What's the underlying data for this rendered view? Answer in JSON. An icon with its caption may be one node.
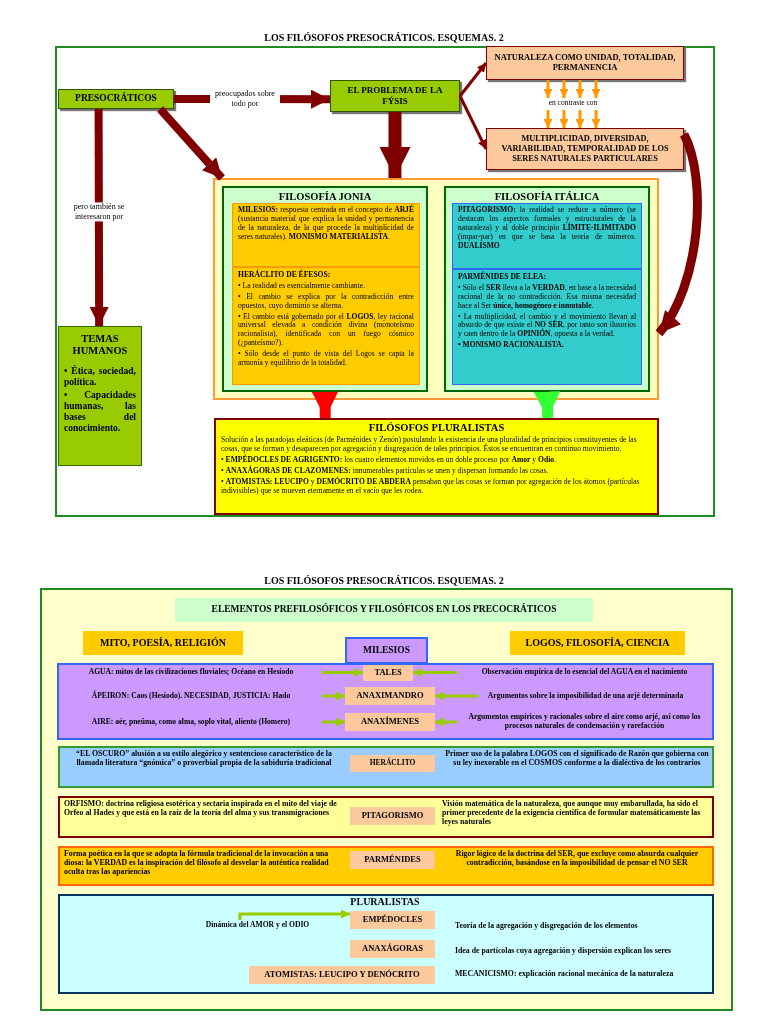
{
  "diagram": {
    "title": "LOS FILÓSOFOS PRESOCRÁTICOS. ESQUEMAS. 2",
    "nodes": [
      {
        "text": [
          "PRESOCRÁTICOS"
        ]
      },
      {
        "text": [
          "EL PROBLEMA DE LA FÝSIS"
        ]
      },
      {
        "text": [
          "NATURALEZA COMO UNIDAD, TOTALIDAD, PERMANENCIA"
        ]
      },
      {
        "text": [
          "en contraste con"
        ]
      },
      {
        "text": [
          "MULTIPLICIDAD, DIVERSIDAD, VARIABILIDAD, TEMPORALIDAD DE LOS SERES NATURALES PARTICULARES"
        ]
      },
      {
        "text": [
          "TEMAS HUMANOS",
          "• Ética, sociedad, política.",
          "• Capacidades humanas, las bases del conocimiento."
        ]
      },
      {
        "text": [],
        "shape": "box"
      },
      {
        "text": [
          "FILOSOFÍA JONIA"
        ],
        "in": 6
      },
      {
        "text": [
          "**MILESIOS:** respuesta centrada en el concepto de **ARJÉ** (sustancia material que explica la unidad y permanencia de la naturaleza, de la que procede la multiplicidad de seres naturales). **MONISMO MATERIALISTA**."
        ],
        "in": 7
      },
      {
        "text": [
          "HERÁCLITO DE ÉFESOS:",
          "• La realidad es esencialmente cambiante.",
          "• El cambio se explica por la contradicción entre opuestos, cuyo dominio se alterna.",
          "• El cambio está gobernado por el **LOGOS**, ley racional universal elevada a condición divina (monoteísmo racionalista), identificada con un fuego cósmico (¿panteísmo?).",
          "• Sólo desde el punto de vista del Logos se capta la armonía y equilibrio de la totalidad."
        ],
        "in": 7
      },
      {
        "text": [
          "FILOSOFÍA ITÁLICA"
        ],
        "in": 6
      },
      {
        "text": [
          "**PITAGORISMO:** la realidad se reduce a número (se destacan los aspectos formales y estructurales de la naturaleza) y al doble principio **LÍMITE-ILIMITADO** (impar-par) en que se basa la teoría de números. **DUALISMO**"
        ],
        "in": 10
      },
      {
        "text": [
          "PARMÉNIDES DE ELEA:",
          "• Sólo el **SER** lleva a la **VERDAD**, en base a la necesidad racional de la no contradicción. Esa misma necesidad hace al Ser **único, homogéneo e inmutable**.",
          "• La multiplicidad, el cambio y el movimiento llevan al absurdo de que existe el **NO SER**, por tanto son ilusorios y caen dentro de la **OPINIÓN**, opuesta a la verdad.",
          "• MONISMO RACIONALISTA."
        ],
        "in": 10
      },
      {
        "text": [
          "FILÓSOFOS PLURALISTAS",
          "Solución a las paradojas eleáticas (de Parménides y Zenón) postulando la existencia de una pluralidad de principios constituyentes de las cosas, que se forman y desaparecen por agregación y disgregación de tales principios. Éstos se encuentran en continuo movimiento.",
          "• **EMPÉDOCLES DE AGRIGENTO:** los cuatro elementos movidos en un doble proceso por **Amor** y **Odio**.",
          "• **ANAXÁGORAS DE CLAZOMENES:** innumerables partículas se unen y dispersan formando las cosas.",
          "• **ATOMISTAS: LEUCIPO** y **DEMÓCRITO DE ABDERA** pensaban que las cosas se forman por agregación de los átomos (partículas indivisibles) que se mueven eternamente en el vacío que les rodea."
        ]
      },
      {
        "text": [
          "ELEMENTOS PREFILOSÓFICOS Y FILOSÓFICOS EN LOS PRECOCRÁTICOS"
        ]
      },
      {
        "text": [
          "MITO, POESÍA, RELIGIÓN"
        ]
      },
      {
        "text": [
          "LOGOS, FILOSOFÍA, CIENCIA"
        ]
      },
      {
        "text": [
          "MILESIOS"
        ]
      },
      {
        "text": [],
        "shape": "box"
      },
      {
        "text": [
          "AGUA: mitos de las civilizaciones fluviales; Océano en Hesíodo"
        ],
        "in": 18
      },
      {
        "text": [
          "TALES"
        ],
        "in": 18
      },
      {
        "text": [
          "Observación empírica de lo esencial del AGUA en el nacimiento"
        ],
        "in": 18
      },
      {
        "text": [
          "ÁPEIRON: Caos (Hesíodo). NECESIDAD, JUSTICIA: Hado"
        ],
        "in": 18
      },
      {
        "text": [
          "ANAXIMANDRO"
        ],
        "in": 18
      },
      {
        "text": [
          "Argumentos sobre la imposibilidad de una arjé determinada"
        ],
        "in": 18
      },
      {
        "text": [
          "AIRE: aér, pneûma, como alma, soplo vital, aliento (Homero)"
        ],
        "in": 18
      },
      {
        "text": [
          "ANAXÍMENES"
        ],
        "in": 18
      },
      {
        "text": [
          "Argumentos empíricos y racionales sobre el aire como arjé, así como los procesos naturales de condensación y rarefacción"
        ],
        "in": 18
      },
      {
        "text": [
          "“EL OSCURO” alusión a su estilo alegórico y sentencioso característico de la llamada literatura “gnómica” o proverbial propia de la sabiduría tradicional",
          "Primer uso de la palabra LOGOS con el significado de Razón que gobierna con su ley inexorable en el COSMOS conforme a la dialéctiva de los contrarios"
        ]
      },
      {
        "text": [
          "HERÁCLITO"
        ],
        "in": 28
      },
      {
        "text": [
          "ORFISMO: doctrina religiosa esotérica y sectaria inspirada en el mito del viaje de Orfeo al Hades y que está en la raíz de la teoría del alma y sus transmigraciones",
          "Visión matemática de la naturaleza, que aunque muy embarullada, ha sido el primer precedente de la exigencia científica de formular matemáticamente las leyes naturales"
        ]
      },
      {
        "text": [
          "PITAGORISMO"
        ],
        "in": 30
      },
      {
        "text": [
          "Forma poética en la que se adopta la fórmula tradicional de la invocación a una diosa: la VERDAD es la inspiración del filósofo al desvelar la auténtica realidad oculta tras las apariencias",
          "Rigor lógico de la doctrina del SER, que excluye como absurda cualquier contradicción, basándose en la imposibilidad de pensar el NO SER"
        ]
      },
      {
        "text": [
          "PARMÉNIDES"
        ],
        "in": 32
      },
      {
        "text": [
          "PLURALISTAS",
          "Teoría de la agregación y disgregación de los elementos",
          "Idea de partícolas cuya agregación y dispersión explican los seres",
          "MECANICISMO: explicación racional mecánica de la naturaleza"
        ]
      },
      {
        "text": [
          "Dinámica del AMOR y el ODIO"
        ],
        "in": 34
      },
      {
        "text": [
          "EMPÉDOCLES"
        ],
        "in": 34
      },
      {
        "text": [
          "ANAXÁGORAS"
        ],
        "in": 34
      },
      {
        "text": [
          "ATOMISTAS: LEUCIPO Y DENÓCRITO"
        ],
        "in": 34
      }
    ],
    "edges": [
      {
        "from": 0,
        "to": 1,
        "arrow": "to",
        "label": "preocupados sobre todo por",
        "style": "thick",
        "color": "#800000"
      },
      {
        "from": 0,
        "to": 6,
        "arrow": "to",
        "style": "thick",
        "color": "#800000"
      },
      {
        "from": 0,
        "to": 5,
        "arrow": "to",
        "label": "pero también se interesaron por",
        "style": "thick",
        "color": "#800000"
      },
      {
        "from": 1,
        "to": 2,
        "arrow": "to",
        "color": "#800000"
      },
      {
        "from": 1,
        "to": 4,
        "arrow": "to",
        "color": "#800000"
      },
      {
        "from": 2,
        "to": 3,
        "arrow": "to"
      },
      {
        "from": 2,
        "to": 3,
        "arrow": "to"
      },
      {
        "from": 2,
        "to": 3,
        "arrow": "to"
      },
      {
        "from": 2,
        "to": 3,
        "arrow": "to"
      },
      {
        "from": 3,
        "to": 4,
        "arrow": "to"
      },
      {
        "from": 3,
        "to": 4,
        "arrow": "to"
      },
      {
        "from": 3,
        "to": 4,
        "arrow": "to"
      },
      {
        "from": 3,
        "to": 4,
        "arrow": "to"
      },
      {
        "from": 1,
        "to": 6,
        "arrow": "to",
        "style": "thick",
        "color": "#800000"
      },
      {
        "from": 4,
        "to": 6,
        "arrow": "to",
        "style": "thick",
        "color": "#800000"
      },
      {
        "from": 7,
        "to": 13,
        "arrow": "to",
        "style": "thick",
        "color": "#ff0000"
      },
      {
        "from": 10,
        "to": 13,
        "arrow": "to",
        "style": "thick",
        "color": "#33ff33"
      },
      {
        "from": 19,
        "to": 20,
        "arrow": "to",
        "color": "#99cc00"
      },
      {
        "from": 21,
        "to": 20,
        "arrow": "to",
        "color": "#99cc00"
      },
      {
        "from": 22,
        "to": 23,
        "arrow": "to",
        "color": "#99cc00"
      },
      {
        "from": 24,
        "to": 23,
        "arrow": "to",
        "color": "#99cc00"
      },
      {
        "from": 25,
        "to": 26,
        "arrow": "to",
        "color": "#99cc00"
      },
      {
        "from": 27,
        "to": 26,
        "arrow": "to",
        "color": "#99cc00"
      },
      {
        "from": 35,
        "to": 36,
        "arrow": "to",
        "color": "#99cc00"
      }
    ],
    "labels": [
      "LOS FILÓSOFOS PRESOCRÁTICOS. ESQUEMAS. 2"
    ]
  }
}
